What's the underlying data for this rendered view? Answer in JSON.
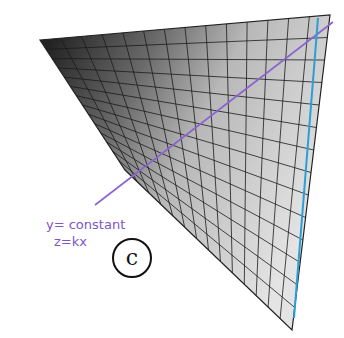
{
  "diagram": {
    "nodes": [
      {
        "text": [
          "c"
        ]
      }
    ],
    "labels": [
      "y= constant",
      "z=kx"
    ]
  }
}
